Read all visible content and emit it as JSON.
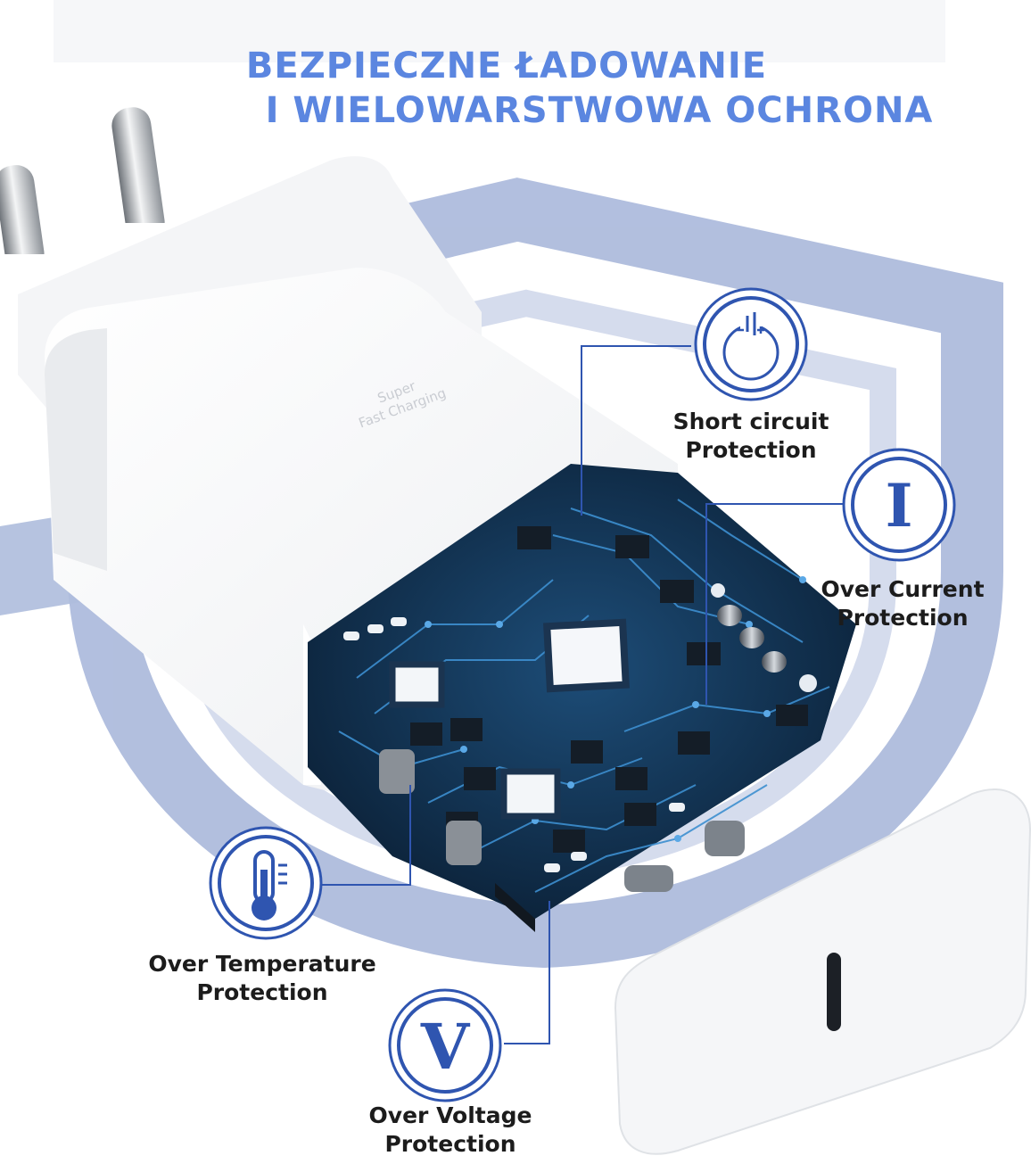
{
  "heading": {
    "line1": "BEZPIECZNE ŁADOWANIE",
    "line2": "I WIELOWARSTWOWA OCHRONA",
    "color": "#5b86e0"
  },
  "charter_engraving": {
    "line1": "Super",
    "line2": "Fast Charging"
  },
  "features": [
    {
      "icon": "short-circuit-icon",
      "line1": "Short circuit",
      "line2": "Protection"
    },
    {
      "icon": "current-icon",
      "glyph": "I",
      "line1": "Over Current",
      "line2": "Protection"
    },
    {
      "icon": "thermometer-icon",
      "line1": "Over Temperature",
      "line2": "Protection"
    },
    {
      "icon": "voltage-icon",
      "glyph": "V",
      "line1": "Over Voltage",
      "line2": "Protection"
    }
  ],
  "colors": {
    "accent_blue": "#2f55b0",
    "shield_blue": "#aebcdd",
    "pcb_dark": "#0e2a45",
    "pcb_trace": "#3d8fd0"
  }
}
